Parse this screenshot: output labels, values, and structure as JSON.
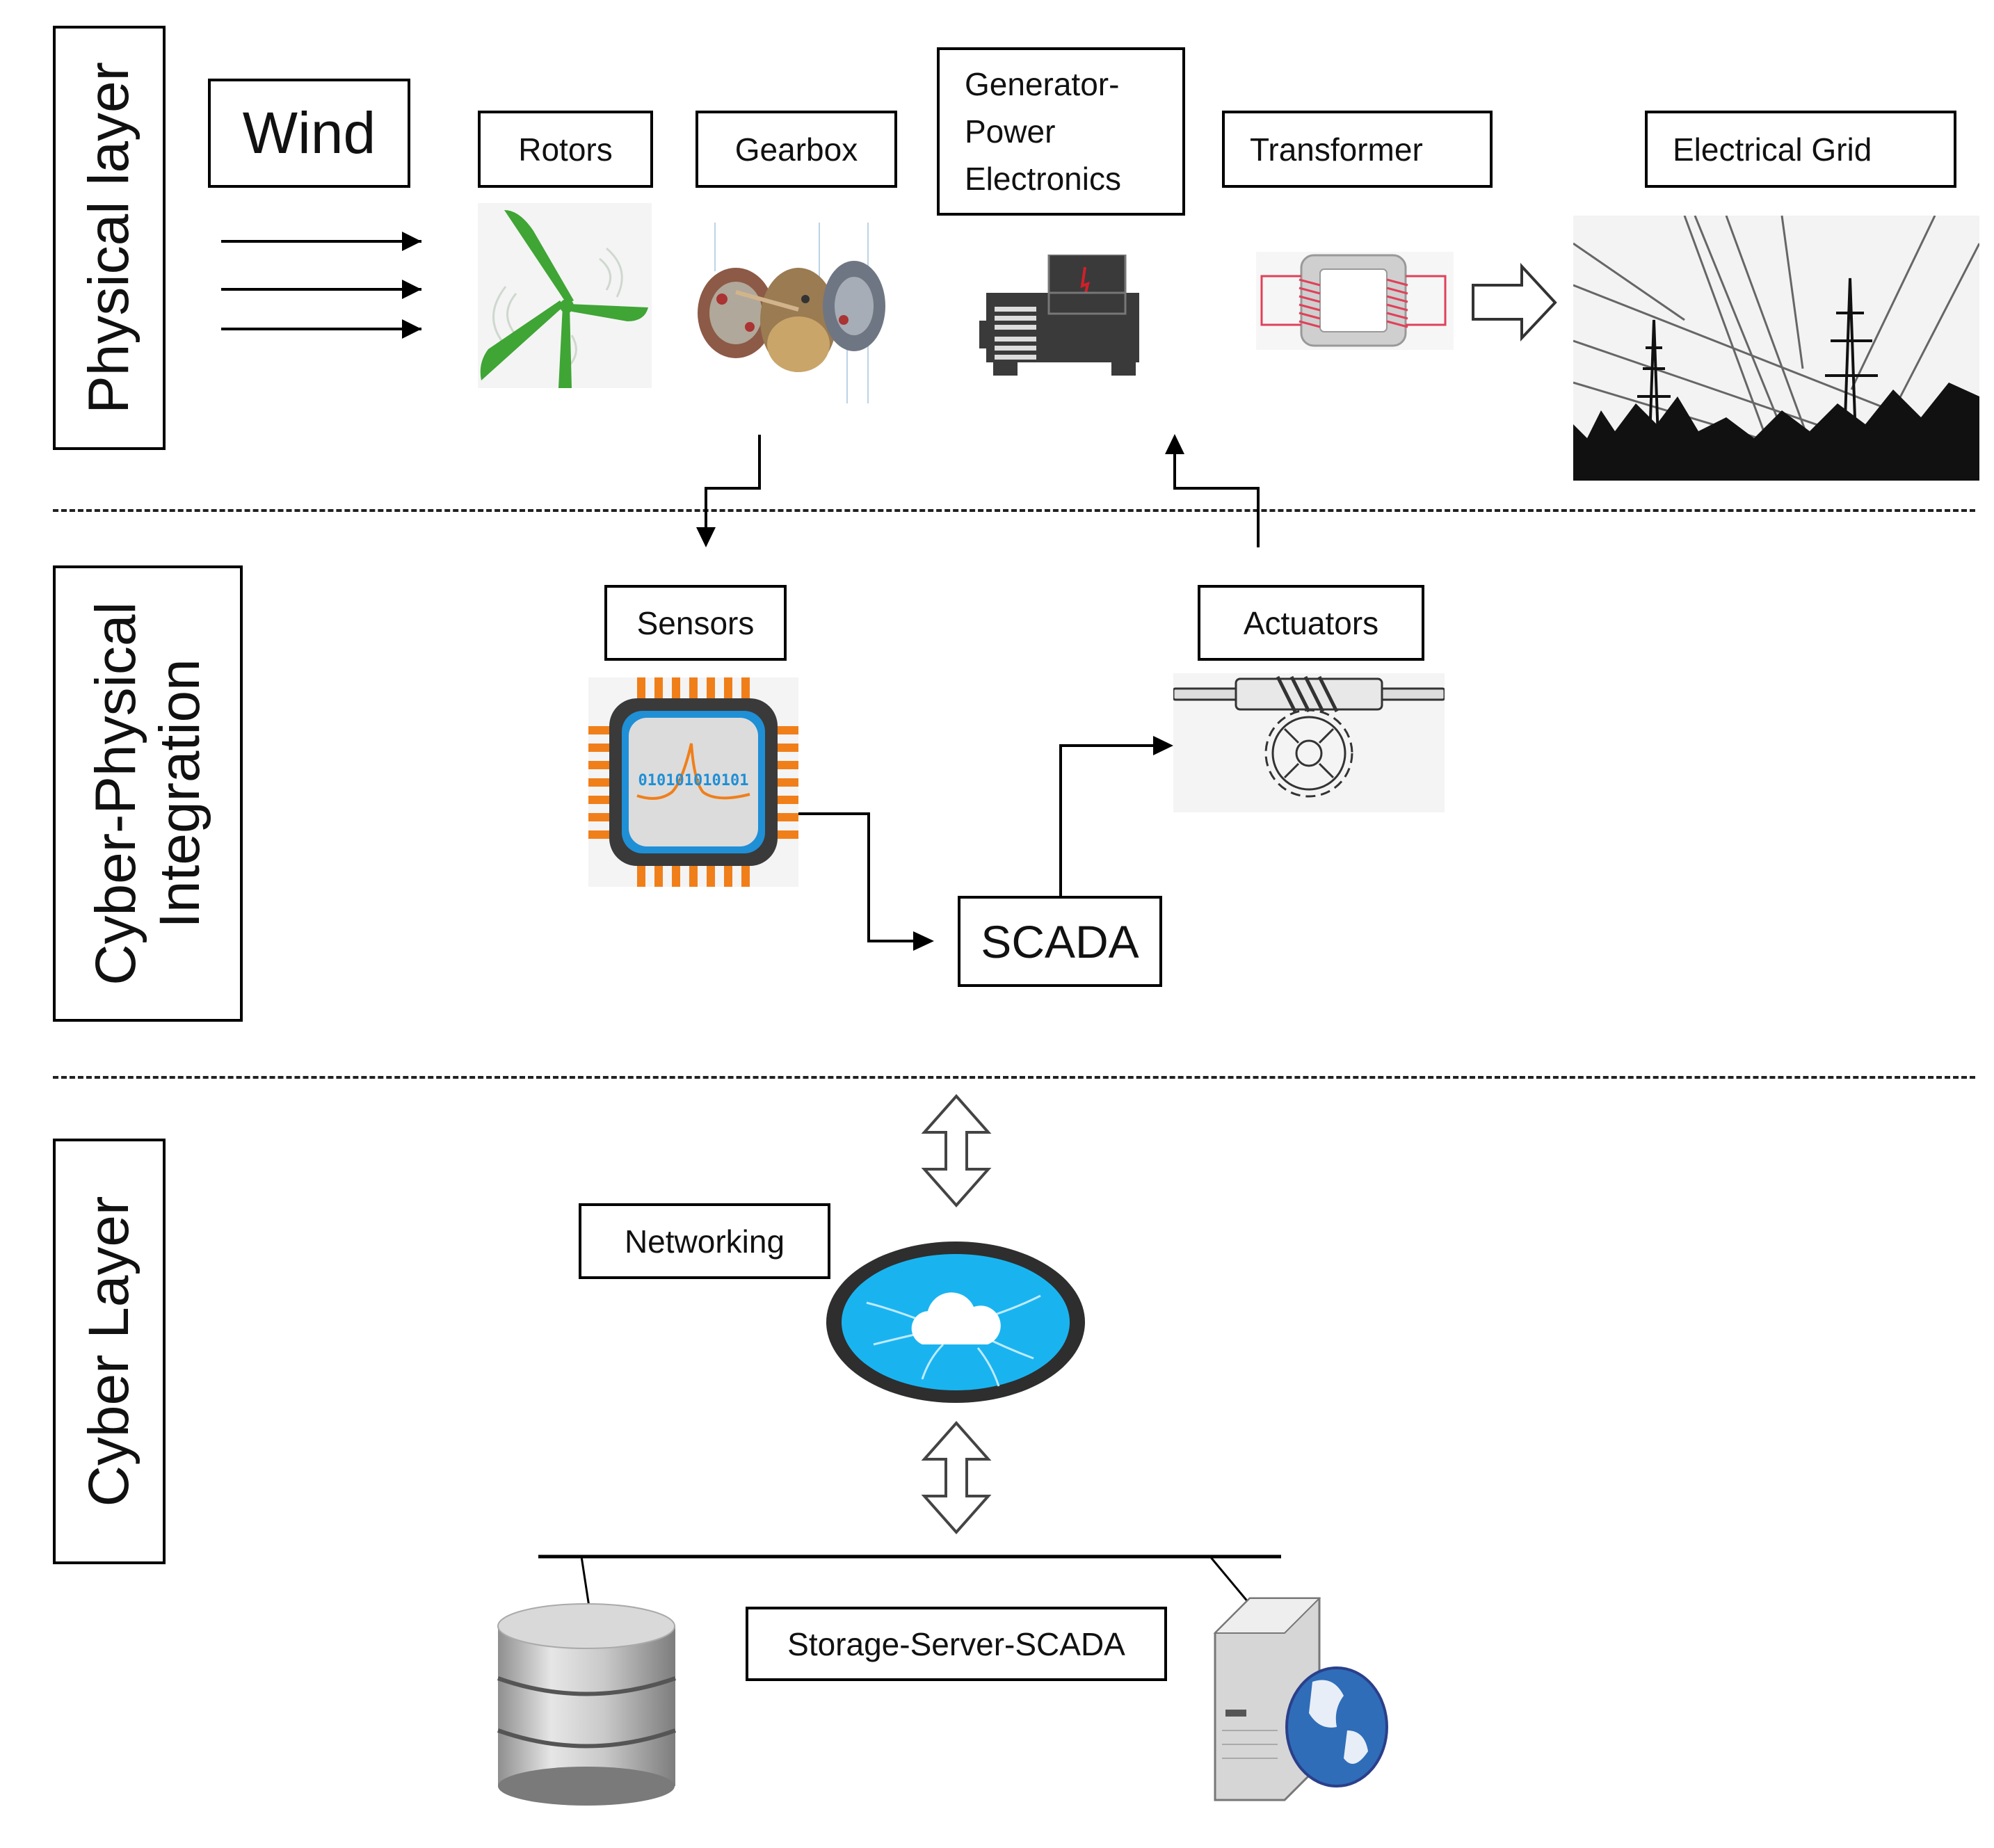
{
  "layers": {
    "physical": "Physical layer",
    "cyber_physical_line1": "Cyber-Physical",
    "cyber_physical_line2": "Integration",
    "cyber": "Cyber Layer"
  },
  "physical_layer": {
    "wind": "Wind",
    "rotors": "Rotors",
    "gearbox": "Gearbox",
    "generator_line1": "Generator-",
    "generator_line2": "Power",
    "generator_line3": "Electronics",
    "transformer": "Transformer",
    "electrical_grid": "Electrical Grid"
  },
  "cyber_physical": {
    "sensors": "Sensors",
    "sensor_chip_text": "010101010101",
    "actuators": "Actuators",
    "scada": "SCADA"
  },
  "cyber_layer": {
    "networking": "Networking",
    "storage_server_scada": "Storage-Server-SCADA"
  },
  "colors": {
    "turbine_green": "#3fa535",
    "chip_orange": "#f07f1a",
    "chip_blue": "#1f8fd6",
    "cloud_blue": "#19b4f0",
    "transformer_red": "#e0415a",
    "globe_blue": "#2f6db8"
  }
}
